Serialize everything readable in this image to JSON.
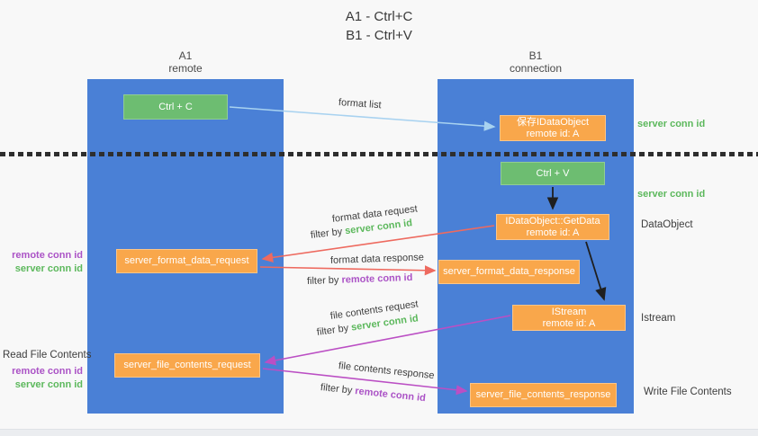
{
  "colors": {
    "lane_blue": "#4a80d6",
    "box_green": "#6dbd71",
    "box_orange": "#f9a74b",
    "arrow_blue": "#a8d2f0",
    "arrow_red": "#ee6a5f",
    "arrow_magenta": "#bb4fc4",
    "arrow_black": "#1f1f1f",
    "label_green": "#5cb85c",
    "label_purple": "#ab53c6",
    "text_dark": "#3d3d3d",
    "background": "#f8f8f8"
  },
  "title": {
    "line1": "A1 - Ctrl+C",
    "line2": "B1 - Ctrl+V"
  },
  "lanes": {
    "left": {
      "name": "A1",
      "sub": "remote"
    },
    "right": {
      "name": "B1",
      "sub": "connection"
    }
  },
  "boxes": {
    "ctrl_c": "Ctrl + C",
    "ctrl_v": "Ctrl + V",
    "save_dataobject_l1": "保存IDataObject",
    "save_dataobject_l2": "remote id: A",
    "getdata_l1": "IDataObject::GetData",
    "getdata_l2": "remote id: A",
    "istream_l1": "IStream",
    "istream_l2": "remote id: A",
    "format_request": "server_format_data_request",
    "format_response": "server_format_data_response",
    "file_request": "server_file_contents_request",
    "file_response": "server_file_contents_response"
  },
  "edge_labels": {
    "format_list": "format list",
    "format_data_request": "format data request",
    "format_data_response": "format data response",
    "file_contents_request": "file contents request",
    "file_contents_response": "file contents response",
    "filter_by": "filter by",
    "server_conn_id": "server conn id",
    "remote_conn_id": "remote conn id"
  },
  "side_labels": {
    "server_conn_id_top": "server conn id",
    "server_conn_id_mid": "server conn id",
    "dataobject": "DataObject",
    "istream": "Istream",
    "write_file_contents": "Write File Contents",
    "read_file_contents": "Read File Contents",
    "remote_conn_id": "remote conn id",
    "server_conn_id": "server conn id"
  }
}
